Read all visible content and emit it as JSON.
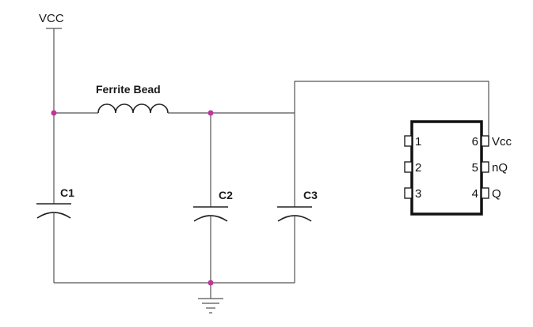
{
  "supply": {
    "label": "VCC"
  },
  "inductor": {
    "label": "Ferrite Bead"
  },
  "capacitors": [
    {
      "label": "C1"
    },
    {
      "label": "C2"
    },
    {
      "label": "C3"
    }
  ],
  "ic": {
    "left_pins": [
      {
        "number": "1"
      },
      {
        "number": "2"
      },
      {
        "number": "3"
      }
    ],
    "right_pins": [
      {
        "number": "6",
        "name": "Vcc"
      },
      {
        "number": "5",
        "name": "nQ"
      },
      {
        "number": "4",
        "name": "Q"
      }
    ]
  },
  "colors": {
    "junction": "#c0359a",
    "wire": "#555555",
    "ic_body": "#111111"
  }
}
